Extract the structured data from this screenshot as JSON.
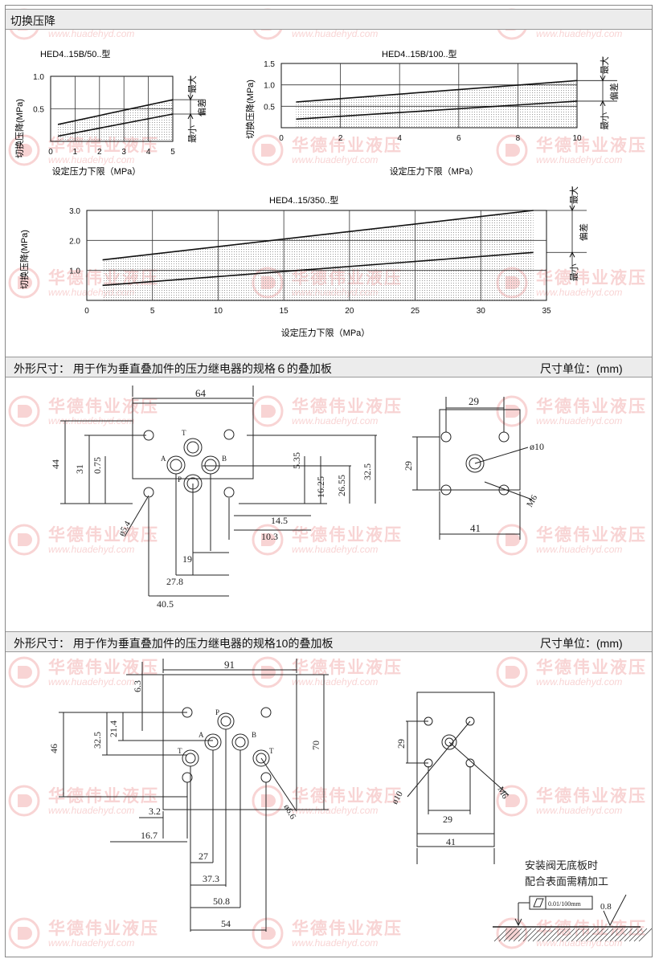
{
  "watermark": {
    "cn": "华德伟业液压",
    "url": "www.huadehyd.com"
  },
  "section1_title": "切换压降",
  "chart_data": [
    {
      "type": "line",
      "title": "HED4..15B/50..型",
      "xlabel": "设定压力下限（MPa）",
      "ylabel": "切换压降(MPa)",
      "xlim": [
        0,
        5
      ],
      "ylim": [
        0,
        1.0
      ],
      "x_ticks": [
        "0",
        "1",
        "2",
        "3",
        "4",
        "5"
      ],
      "y_ticks": [
        "0.5",
        "1.0"
      ],
      "series": [
        {
          "x": [
            0.3,
            5.0
          ],
          "y": [
            0.26,
            0.64
          ]
        },
        {
          "x": [
            0.3,
            5.0
          ],
          "y": [
            0.08,
            0.42
          ]
        }
      ],
      "labels": {
        "max": "最大",
        "dev": "偏差",
        "min": "最小"
      }
    },
    {
      "type": "line",
      "title": "HED4..15B/100..型",
      "xlabel": "设定压力下限（MPa）",
      "ylabel": "切换压降(MPa)",
      "xlim": [
        0,
        10
      ],
      "ylim": [
        0,
        1.5
      ],
      "x_ticks": [
        "0",
        "2",
        "4",
        "6",
        "8",
        "10"
      ],
      "y_ticks": [
        "0.5",
        "1.0",
        "1.5"
      ],
      "series": [
        {
          "x": [
            0.5,
            10
          ],
          "y": [
            0.6,
            1.1
          ]
        },
        {
          "x": [
            0.5,
            10
          ],
          "y": [
            0.2,
            0.62
          ]
        }
      ],
      "labels": {
        "max": "最大",
        "dev": "偏差",
        "min": "最小"
      }
    },
    {
      "type": "line",
      "title": "HED4..15/350..型",
      "xlabel": "设定压力下限（MPa）",
      "ylabel": "切换压降(MPa)",
      "xlim": [
        0,
        35
      ],
      "ylim": [
        0,
        3.0
      ],
      "x_ticks": [
        "0",
        "5",
        "10",
        "15",
        "20",
        "25",
        "30",
        "35"
      ],
      "y_ticks": [
        "1.0",
        "2.0",
        "3.0"
      ],
      "series": [
        {
          "x": [
            1.2,
            34
          ],
          "y": [
            1.35,
            3.0
          ]
        },
        {
          "x": [
            1.2,
            34
          ],
          "y": [
            0.5,
            1.6
          ]
        }
      ],
      "labels": {
        "max": "最大",
        "dev": "偏差",
        "min": "最小"
      }
    }
  ],
  "section2": {
    "title": "外形尺寸：   用于作为垂直叠加件的压力继电器的规格６的叠加板",
    "unit": "尺寸单位：(mm)"
  },
  "section3": {
    "title": "外形尺寸：   用于作为垂直叠加件的压力继电器的规格10的叠加板",
    "unit": "尺寸单位：(mm)"
  },
  "drawing6": {
    "dims": [
      "64",
      "44",
      "31",
      "0.75",
      "5.35",
      "16.25",
      "26.55",
      "32.5",
      "14.5",
      "10.3",
      "19",
      "27.8",
      "40.5",
      "ø5.4"
    ],
    "ports": [
      "T",
      "A",
      "B",
      "P"
    ],
    "side_dims": [
      "29",
      "29",
      "ø10",
      "M6",
      "41"
    ]
  },
  "drawing10": {
    "dims": [
      "91",
      "6.3",
      "46",
      "32.5",
      "21.4",
      "70",
      "3.2",
      "16.7",
      "27",
      "37.3",
      "50.8",
      "54",
      "ø6.6"
    ],
    "ports": [
      "P",
      "A",
      "B",
      "T",
      "T"
    ],
    "side_dims": [
      "29",
      "ø10",
      "M6",
      "29",
      "41"
    ]
  },
  "note": {
    "line1": "安装阀无底板时",
    "line2": "配合表面需精加工",
    "tol": "0.01/100mm",
    "rough": "0.8"
  }
}
